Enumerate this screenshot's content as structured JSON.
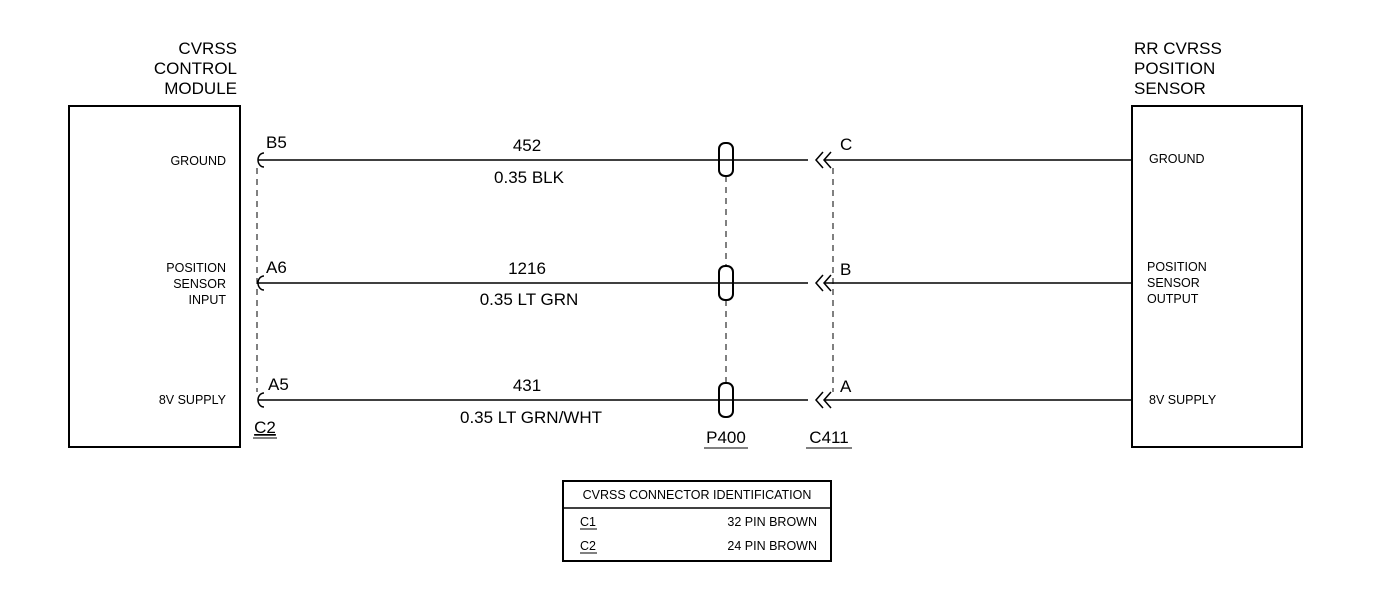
{
  "module": {
    "title_lines": [
      "CVRSS",
      "CONTROL",
      "MODULE"
    ],
    "connector": "C2",
    "pins": [
      {
        "id": "B5",
        "label_lines": [
          "GROUND"
        ]
      },
      {
        "id": "A6",
        "label_lines": [
          "POSITION",
          "SENSOR",
          "INPUT"
        ]
      },
      {
        "id": "A5",
        "label_lines": [
          "8V SUPPLY"
        ]
      }
    ]
  },
  "sensor": {
    "title_lines": [
      "RR CVRSS",
      "POSITION",
      "SENSOR"
    ],
    "connector": "C411",
    "pins": [
      {
        "id": "C",
        "label_lines": [
          "GROUND"
        ]
      },
      {
        "id": "B",
        "label_lines": [
          "POSITION",
          "SENSOR",
          "OUTPUT"
        ]
      },
      {
        "id": "A",
        "label_lines": [
          "8V SUPPLY"
        ]
      }
    ]
  },
  "inline_connector": "P400",
  "wires": [
    {
      "circuit": "452",
      "spec": "0.35 BLK"
    },
    {
      "circuit": "1216",
      "spec": "0.35 LT GRN"
    },
    {
      "circuit": "431",
      "spec": "0.35 LT GRN/WHT"
    }
  ],
  "connector_table": {
    "title": "CVRSS CONNECTOR IDENTIFICATION",
    "rows": [
      {
        "name": "C1",
        "desc": "32 PIN BROWN"
      },
      {
        "name": "C2",
        "desc": "24 PIN BROWN"
      }
    ]
  }
}
